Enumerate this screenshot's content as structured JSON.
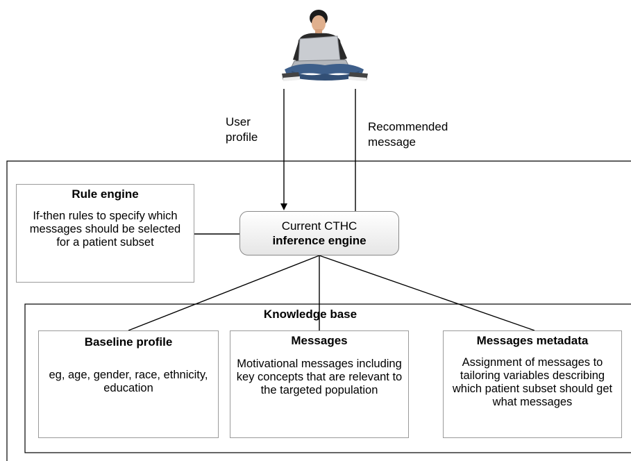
{
  "labels": {
    "user_profile": "User profile",
    "recommended_message": "Recommended message"
  },
  "inference": {
    "line1": "Current CTHC",
    "line2": "inference engine"
  },
  "rule_engine": {
    "title": "Rule engine",
    "body": "If-then rules to specify which messages should be selected for a patient subset"
  },
  "knowledge_base": {
    "title": "Knowledge base",
    "boxes": [
      {
        "title": "Baseline profile",
        "body": "eg, age, gender, race, ethnicity, education"
      },
      {
        "title": "Messages",
        "body": "Motivational messages including key concepts that are relevant to the targeted population"
      },
      {
        "title": "Messages metadata",
        "body": "Assignment of messages to tailoring variables describing which patient subset should get what messages"
      }
    ]
  },
  "icons": {
    "user": "person-with-laptop-icon"
  }
}
